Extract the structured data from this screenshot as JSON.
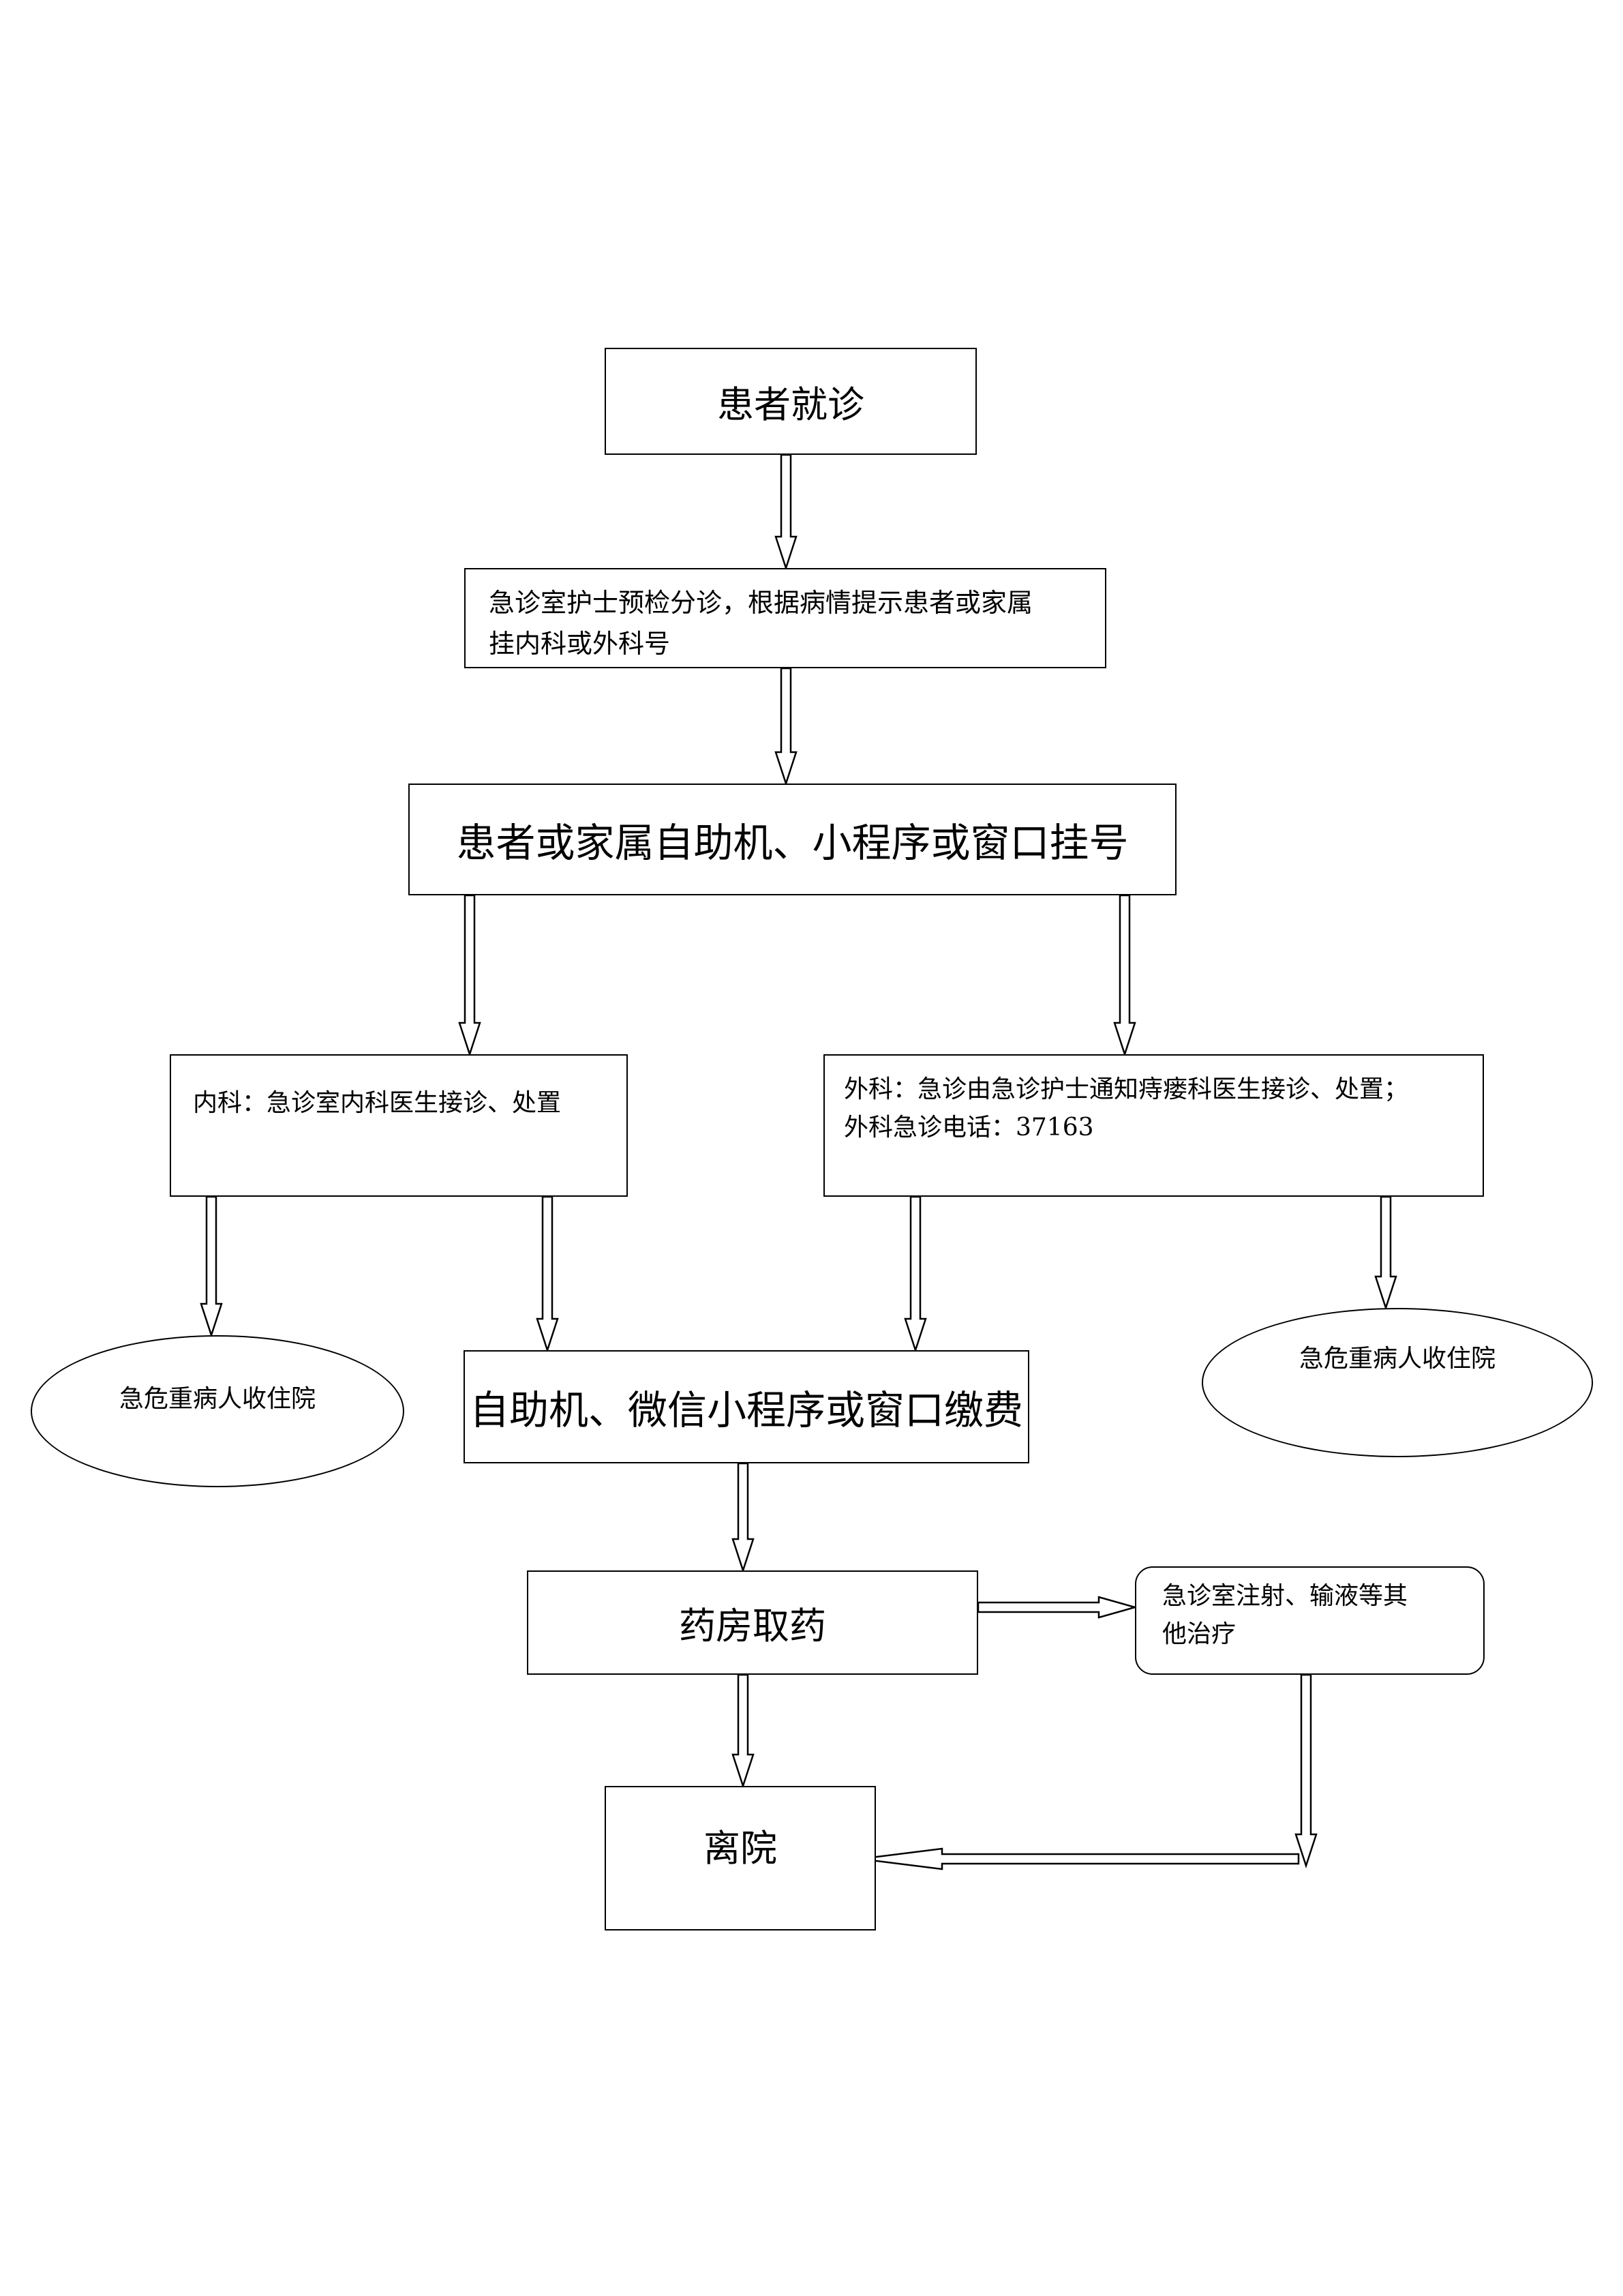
{
  "nodes": {
    "start": "患者就诊",
    "triage": "急诊室护士预检分诊，根据病情提示患者或家属\n挂内科或外科号",
    "register": "患者或家属自助机、小程序或窗口挂号",
    "internal": "内科：急诊室内科医生接诊、处置",
    "surgery": "外科：急诊由急诊护士通知痔瘘科医生接诊、处置；\n外科急诊电话：37163",
    "admit_left": "急危重病人收住院",
    "admit_right": "急危重病人收住院",
    "payment": "自助机、微信小程序或窗口缴费",
    "pharmacy": "药房取药",
    "treatment": "急诊室注射、输液等其\n他治疗",
    "discharge": "离院"
  }
}
